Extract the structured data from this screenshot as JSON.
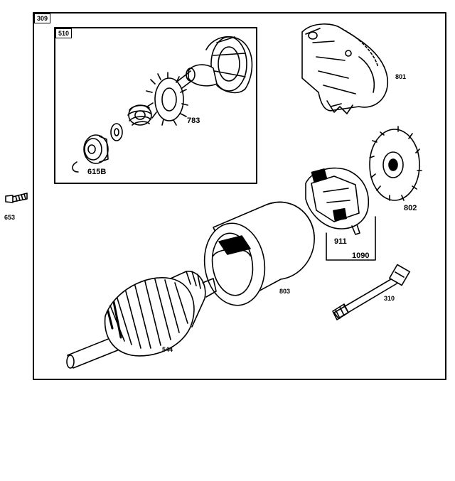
{
  "diagram": {
    "labels": {
      "outer_box": "309",
      "inner_box": "510",
      "part_801": "801",
      "part_783": "783",
      "part_615b": "615B",
      "part_802": "802",
      "part_653": "653",
      "part_911": "911",
      "part_1090": "1090",
      "part_803": "803",
      "part_310": "310",
      "part_544": "544"
    }
  }
}
